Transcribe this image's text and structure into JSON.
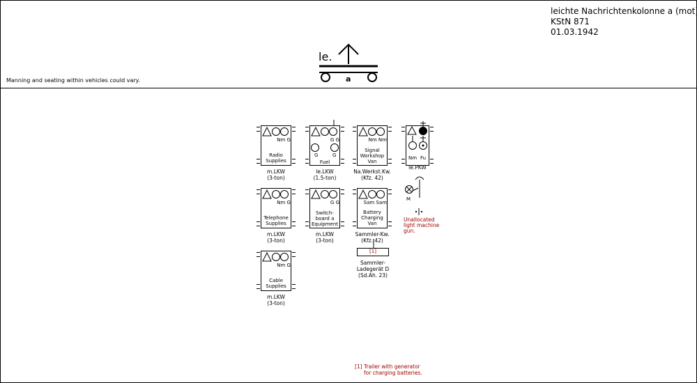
{
  "header": {
    "unit_name": "leichte Nachrichtenkolonne a (mot)",
    "kstn": "KStN 871",
    "date": "01.03.1942"
  },
  "note": "Manning and seating within vehicles could vary.",
  "symbol": {
    "prefix": "le.",
    "suffix": "a"
  },
  "vehicles": [
    {
      "roles": "Nm  G",
      "cargo": [
        "Radio",
        "Supplies"
      ],
      "label": [
        "m.LKW",
        "(3-ton)"
      ]
    },
    {
      "roles": "G   G",
      "cargo": [
        "Fuel"
      ],
      "label": [
        "le.LKW",
        "(1.5-ton)"
      ],
      "extra_roles": [
        "G",
        "G"
      ]
    },
    {
      "roles": "Nm Nm",
      "cargo": [
        "Signal",
        "Workshop",
        "Van"
      ],
      "label": [
        "Na.Werkst.Kw.",
        "(Kfz. 42)"
      ]
    },
    {
      "roles_top": "",
      "roles_bottom": [
        "Nm",
        "Fu"
      ],
      "label": [
        "le.PKW"
      ]
    },
    {
      "roles": "Nm  G",
      "cargo": [
        "Telephone",
        "Supplies"
      ],
      "label": [
        "m.LKW",
        "(3-ton)"
      ]
    },
    {
      "roles": "G   G",
      "cargo": [
        "Switch-",
        "board a",
        "Equipment"
      ],
      "label": [
        "m.LKW",
        "(3-ton)"
      ]
    },
    {
      "roles": "Sam Sam",
      "cargo": [
        "Battery",
        "Charging",
        "Van"
      ],
      "label": [
        "Sammler-Kw.",
        "(Kfz. 42)"
      ]
    },
    {
      "roles": "Nm  G",
      "cargo": [
        "Cable",
        "Supplies"
      ],
      "label": [
        "m.LKW",
        "(3-ton)"
      ]
    }
  ],
  "trailer": {
    "tag": "[1]",
    "label": [
      "Sammler-",
      "Ladegerät D",
      "(Sd.Ah. 23)"
    ]
  },
  "motorcycle": {
    "rider": "M"
  },
  "mg_note": [
    "Unallocated",
    "light machine",
    "gun."
  ],
  "footnote": [
    "[1] Trailer with generator",
    "for charging batteries."
  ],
  "colors": {
    "line": "#000000",
    "annotation": "#a00000",
    "background": "#ffffff"
  }
}
